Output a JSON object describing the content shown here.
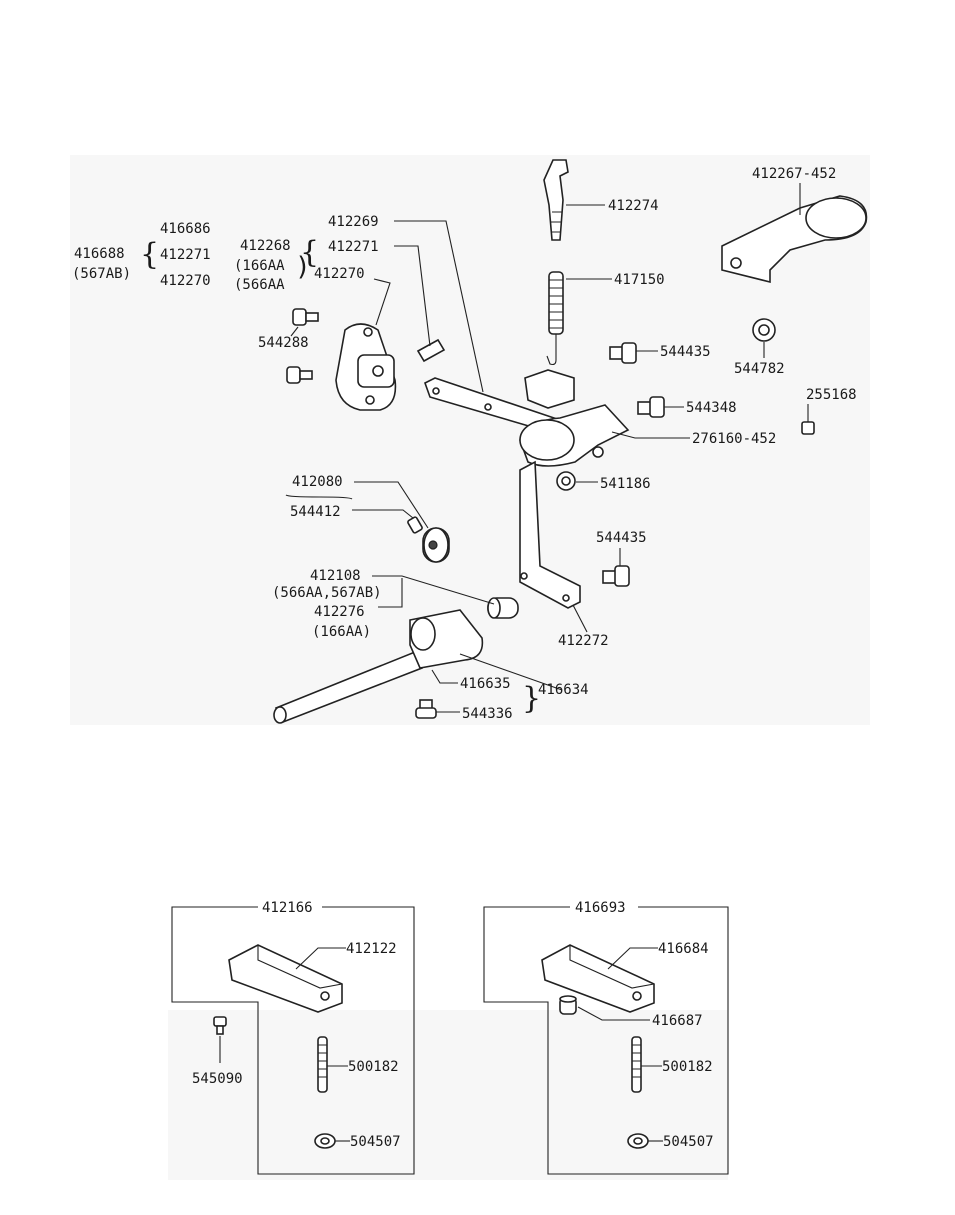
{
  "labels": {
    "p412274": "412274",
    "p412267_452": "412267-452",
    "p417150": "417150",
    "p416686": "416686",
    "p416688": "416688",
    "p567AB_paren": "(567AB)",
    "p412271_a": "412271",
    "p412270_a": "412270",
    "p412268": "412268",
    "p166AA_open": "(166AA",
    "p566AA_open": "(566AA",
    "p412269": "412269",
    "p412271_b": "412271",
    "p412270_b": "412270",
    "p544288": "544288",
    "p544435_a": "544435",
    "p544782": "544782",
    "p544348": "544348",
    "p255168": "255168",
    "p276160_452": "276160-452",
    "p541186": "541186",
    "p412080": "412080",
    "p544412": "544412",
    "p544435_b": "544435",
    "p412108": "412108",
    "p566AA_567AB": "(566AA,567AB)",
    "p412276": "412276",
    "p166AA_paren": "(166AA)",
    "p412272": "412272",
    "p416635": "416635",
    "p416634": "416634",
    "p544336": "544336",
    "box1_title": "412166",
    "p412122": "412122",
    "p545090": "545090",
    "p500182_a": "500182",
    "p504507_a": "504507",
    "box2_title": "416693",
    "p416684": "416684",
    "p416687": "416687",
    "p500182_b": "500182",
    "p504507_b": "504507"
  }
}
